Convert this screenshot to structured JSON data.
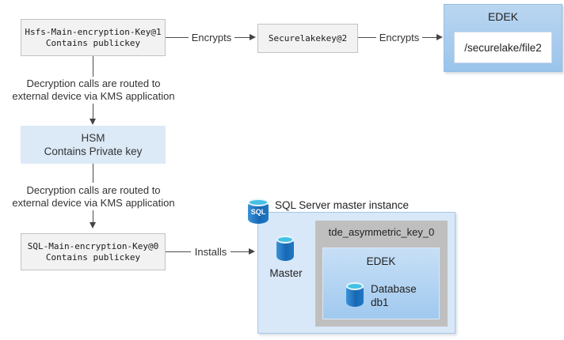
{
  "palette": {
    "key_box_fill": "#F2F2F2",
    "key_box_border": "#C3C3C3",
    "hsm_fill": "#DCE9F6",
    "edek_gradient_top": "#BAD6F0",
    "edek_gradient_bottom": "#9AC4EC",
    "instance_fill": "#D9E8F8",
    "instance_border": "#A9C7E8",
    "tde_fill": "#BFBFBF",
    "connector": "#4D4D4D",
    "db_icon_blue": "#1767B4",
    "db_icon_cyan": "#45C0E6"
  },
  "hsfs_key": {
    "name": "Hsfs-Main-encryption-Key@1",
    "detail": "Contains publickey"
  },
  "securelake_key": {
    "name": "Securelakekey@2"
  },
  "edek_file": {
    "title": "EDEK",
    "path": "/securelake/file2"
  },
  "hsm": {
    "title": "HSM",
    "detail": "Contains Private key"
  },
  "sql_key": {
    "name": "SQL-Main-encryption-Key@0",
    "detail": "Contains publickey"
  },
  "labels": {
    "encrypts_1": "Encrypts",
    "encrypts_2": "Encrypts",
    "installs": "Installs"
  },
  "kms_note_1": {
    "line1": "Decryption calls are routed to",
    "line2": "external device via KMS application"
  },
  "kms_note_2": {
    "line1": "Decryption calls are routed to",
    "line2": "external device via KMS application"
  },
  "sql_instance": {
    "title": "SQL Server master instance",
    "sql_icon_text": "SQL",
    "master_label": "Master",
    "tde_key_title": "tde_asymmetric_key_0",
    "edek_title": "EDEK",
    "database_line1": "Database",
    "database_line2": "db1"
  }
}
